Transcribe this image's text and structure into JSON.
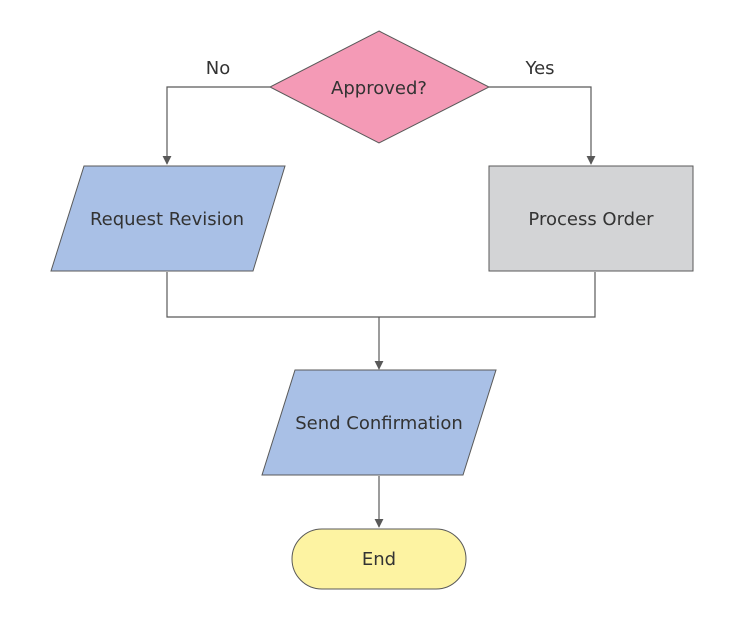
{
  "diagram": {
    "nodes": {
      "decision": {
        "label": "Approved?",
        "fill": "#f49ab6"
      },
      "request_revision": {
        "label": "Request Revision",
        "fill": "#a9c0e6"
      },
      "process_order": {
        "label": "Process Order",
        "fill": "#d3d4d6"
      },
      "send_confirmation": {
        "label": "Send Confirmation",
        "fill": "#a9c0e6"
      },
      "end": {
        "label": "End",
        "fill": "#fdf3a2"
      }
    },
    "edges": {
      "no_label": "No",
      "yes_label": "Yes"
    },
    "colors": {
      "stroke": "#595959",
      "text": "#333333"
    }
  }
}
